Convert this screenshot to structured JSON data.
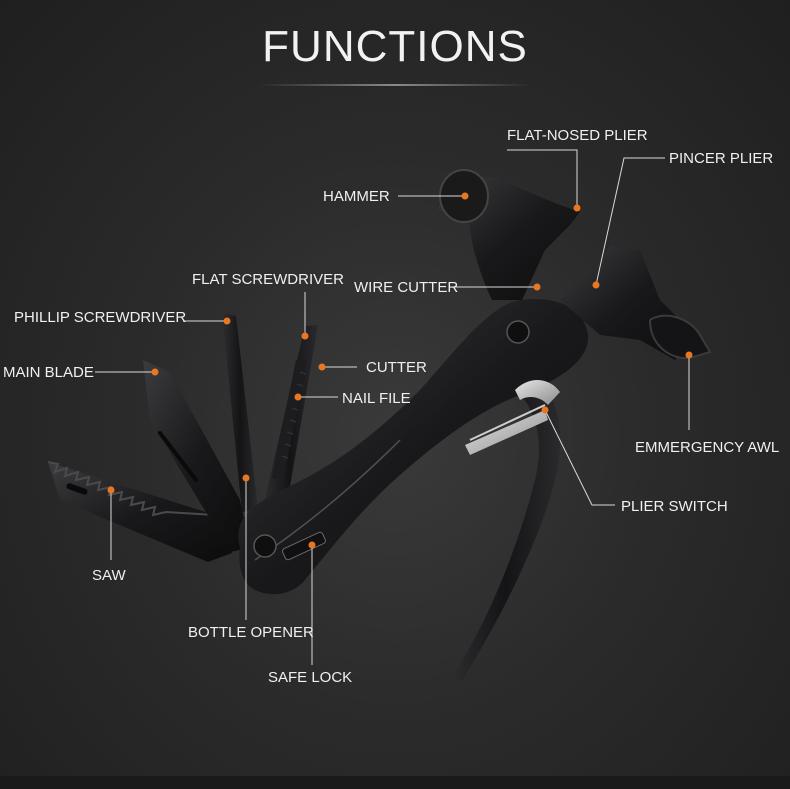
{
  "title": "FUNCTIONS",
  "accent_color": "#e87722",
  "labels": {
    "flat_nosed_plier": "FLAT-NOSED PLIER",
    "pincer_plier": "PINCER PLIER",
    "hammer": "HAMMER",
    "flat_screwdriver": "FLAT SCREWDRIVER",
    "wire_cutter": "WIRE CUTTER",
    "phillip_screwdriver": "PHILLIP SCREWDRIVER",
    "main_blade": "MAIN BLADE",
    "cutter": "CUTTER",
    "nail_file": "NAIL FILE",
    "emmergency_awl": "EMMERGENCY AWL",
    "plier_switch": "PLIER SWITCH",
    "saw": "SAW",
    "bottle_opener": "BOTTLE OPENER",
    "safe_lock": "SAFE LOCK"
  }
}
